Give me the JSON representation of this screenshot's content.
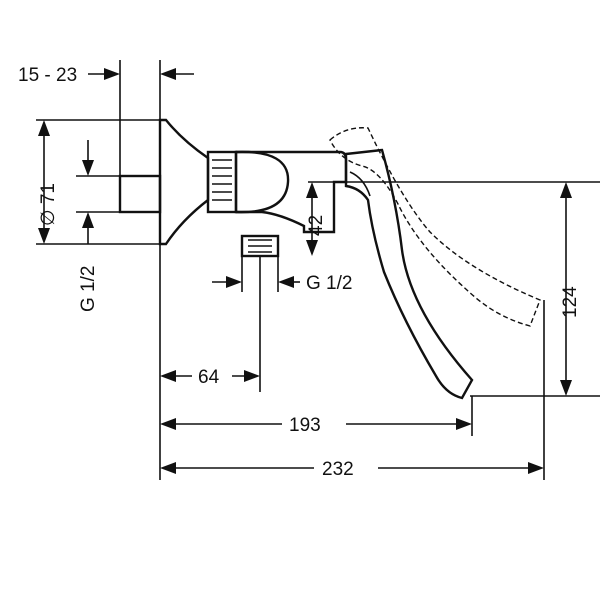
{
  "dimensions": {
    "wall_gap": "15 - 23",
    "inlet_diameter": "∅ 71",
    "inlet_thread": "G 1/2",
    "outlet_thread": "G 1/2",
    "body_height": "42",
    "lever_height": "124",
    "outlet_offset": "64",
    "lever_reach": "193",
    "total_length": "232"
  }
}
